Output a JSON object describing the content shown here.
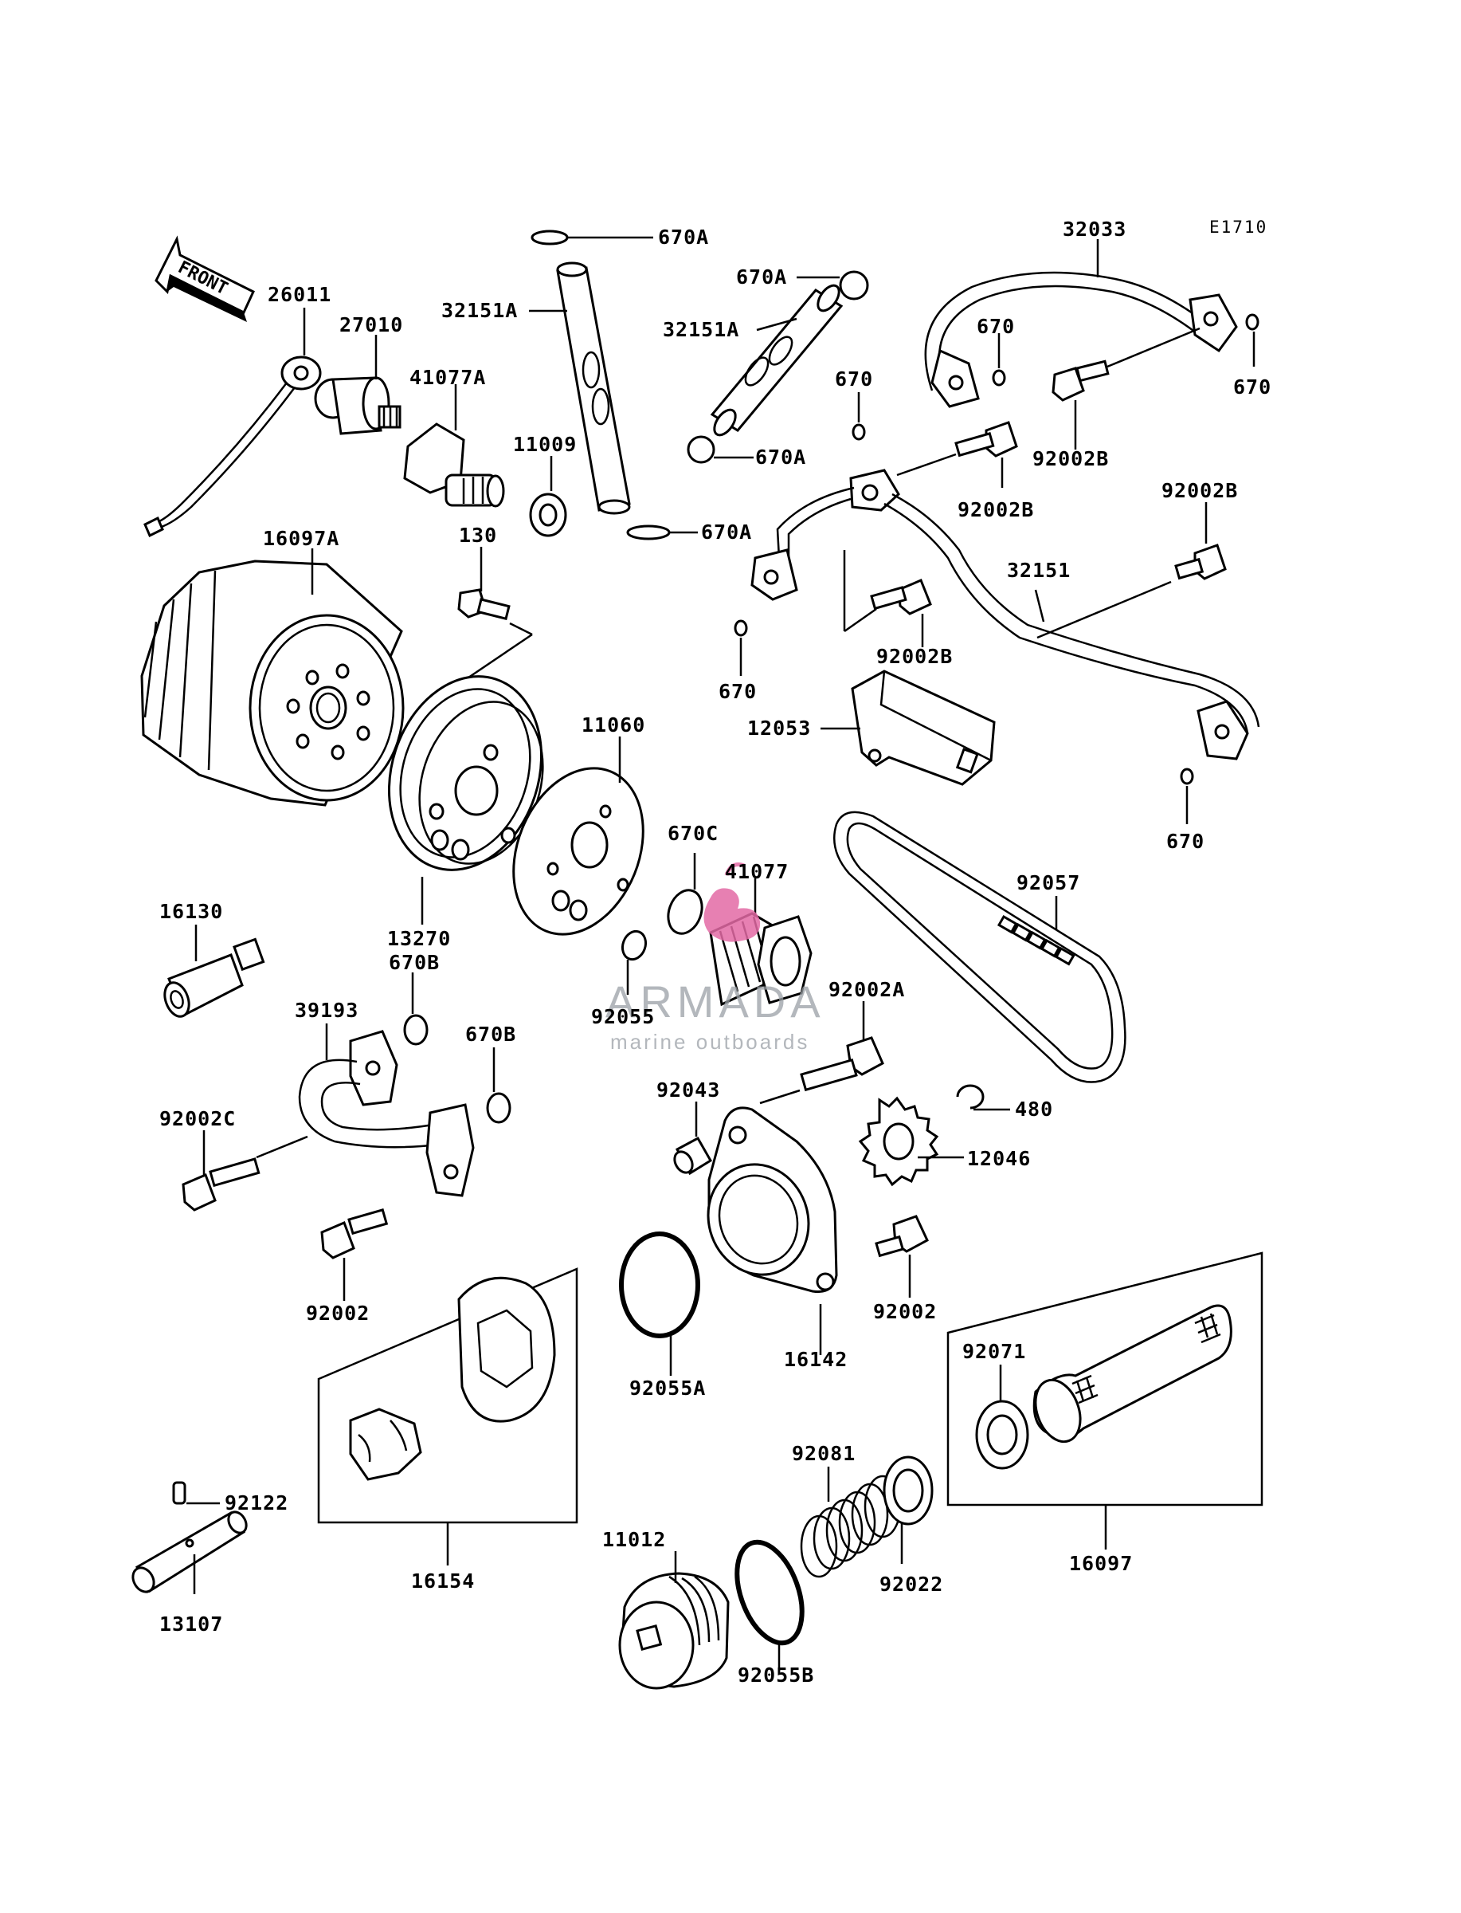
{
  "diagram": {
    "code": "E1710",
    "front_arrow_label": "FRONT",
    "watermark": {
      "brand": "ARMADA",
      "tagline": "marine outboards",
      "logo_color": "#e36aa5",
      "text_color": "#9aa0a6"
    },
    "labels": {
      "p670a_1": "670A",
      "p670a_2": "670A",
      "p670a_3": "670A",
      "p670a_4": "670A",
      "p32151a_1": "32151A",
      "p32151a_2": "32151A",
      "p32033": "32033",
      "p670_1": "670",
      "p670_2": "670",
      "p670_3": "670",
      "p670_4": "670",
      "p670_5": "670",
      "p26011": "26011",
      "p27010": "27010",
      "p41077a": "41077A",
      "p11009": "11009",
      "p130": "130",
      "p16097a": "16097A",
      "p92002b_1": "92002B",
      "p92002b_2": "92002B",
      "p92002b_3": "92002B",
      "p92002b_4": "92002B",
      "p32151": "32151",
      "p12053": "12053",
      "p11060": "11060",
      "p670c": "670C",
      "p41077": "41077",
      "p92057": "92057",
      "p16130": "16130",
      "p13270": "13270",
      "p670b_1": "670B",
      "p670b_2": "670B",
      "p39193": "39193",
      "p92055": "92055",
      "p92002a": "92002A",
      "p92043": "92043",
      "p480": "480",
      "p12046": "12046",
      "p92002c": "92002C",
      "p92002_1": "92002",
      "p92002_2": "92002",
      "p92055a": "92055A",
      "p16142": "16142",
      "p92071": "92071",
      "p92122": "92122",
      "p16154": "16154",
      "p92081": "92081",
      "p11012": "11012",
      "p92022": "92022",
      "p16097": "16097",
      "p13107": "13107",
      "p92055b": "92055B"
    }
  }
}
